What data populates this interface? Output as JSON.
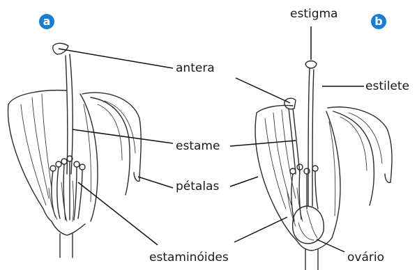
{
  "panels": {
    "a": {
      "badge": "a"
    },
    "b": {
      "badge": "b"
    }
  },
  "labels": {
    "estigma": "estigma",
    "antera": "antera",
    "estilete": "estilete",
    "estame": "estame",
    "petalas": "pétalas",
    "estaminoides": "estaminóides",
    "ovario": "ovário"
  },
  "colors": {
    "badge": "#1b7fd1",
    "ink": "#2b2b2b"
  }
}
